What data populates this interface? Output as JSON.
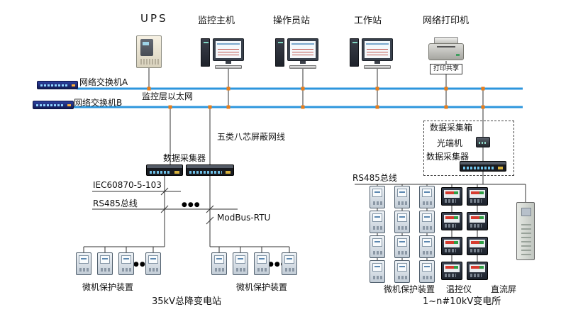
{
  "top": {
    "ups_label": "UPS",
    "host_label": "监控主机",
    "operator_label": "操作员站",
    "workstation_label": "工作站",
    "printer_label": "网络打印机",
    "print_share_label": "打印共享"
  },
  "network": {
    "switch_a_label": "网络交换机A",
    "switch_b_label": "网络交换机B",
    "ethernet_label": "监控层以太网",
    "cable_label": "五类八芯屏蔽网线",
    "bus_color": "#2d96dd",
    "node_color": "#e87e1c"
  },
  "left": {
    "collector_label": "数据采集器",
    "iec_label": "IEC60870-5-103",
    "rs485_label": "RS485总线",
    "modbus_label": "ModBus-RTU",
    "protect1_label": "微机保护装置",
    "protect2_label": "微机保护装置",
    "station_label": "35kV总降变电站"
  },
  "right": {
    "box_label": "数据采集箱",
    "optical_label": "光端机",
    "collector_label": "数据采集器",
    "rs485_label": "RS485总线",
    "protect_label": "微机保护装置",
    "temp_label": "温控仪",
    "dc_label": "直流屏",
    "station_label": "1~n#10kV变电所"
  },
  "misc": {
    "ellipsis": "●●●"
  }
}
